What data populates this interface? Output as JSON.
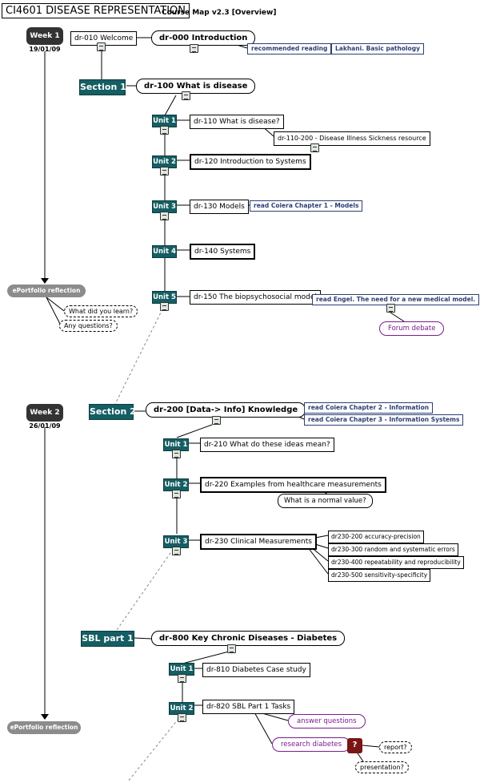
{
  "header": {
    "title": "CI4601 DISEASE REPRESENTATION",
    "subtitle": "Course Map v2.3 [Overview]"
  },
  "week1": {
    "label": "Week 1",
    "date": "19/01/09"
  },
  "week2": {
    "label": "Week 2",
    "date": "26/01/09"
  },
  "nodes": {
    "welcome": "dr-010 Welcome",
    "intro": "dr-000 Introduction",
    "recommended": "recommended reading",
    "lakhani": "Lakhani. Basic pathology",
    "section1": "Section 1",
    "dr100": "dr-100 What is disease",
    "unit1": "Unit 1",
    "dr110": "dr-110 What is disease?",
    "dr110_200": "dr-110-200 - Disease Illness Sickness resource",
    "unit2": "Unit 2",
    "dr120": "dr-120 Introduction to Systems",
    "unit3": "Unit 3",
    "dr130": "dr-130 Models",
    "coiera1": "read Coiera Chapter 1 - Models",
    "unit4": "Unit 4",
    "dr140": "dr-140 Systems",
    "unit5": "Unit 5",
    "dr150": "dr-150 The biopsychosocial model",
    "engel": "read Engel. The need for a new medical model.",
    "forum": "Forum debate",
    "eportfolio": "ePortfolio reflection",
    "learned": "What did you learn?",
    "questions": "Any questions?",
    "section2": "Section 2",
    "dr200": "dr-200 [Data-> Info] Knowledge",
    "coiera2": "read Coiera Chapter 2 - Information",
    "coiera3": "read Coiera Chapter 3 - Information Systems",
    "dr210": "dr-210 What do these ideas mean?",
    "dr220": "dr-220 Examples from healthcare measurements",
    "normal": "What is a normal value?",
    "dr230": "dr-230 Clinical Measurements",
    "dr230_200": "dr230-200 accuracy-precision",
    "dr230_300": "dr230-300 random and systematic errors",
    "dr230_400": "dr230-400 repeatability and reproducibility",
    "dr230_500": "dr230-500 sensitivity-specificity",
    "sbl": "SBL part 1",
    "dr800": "dr-800 Key Chronic Diseases - Diabetes",
    "dr810": "dr-810 Diabetes Case study",
    "dr820": "dr-820 SBL Part 1 Tasks",
    "answer": "answer questions",
    "research": "research diabetes",
    "q": "?",
    "report": "report?",
    "presentation": "presentation?"
  }
}
